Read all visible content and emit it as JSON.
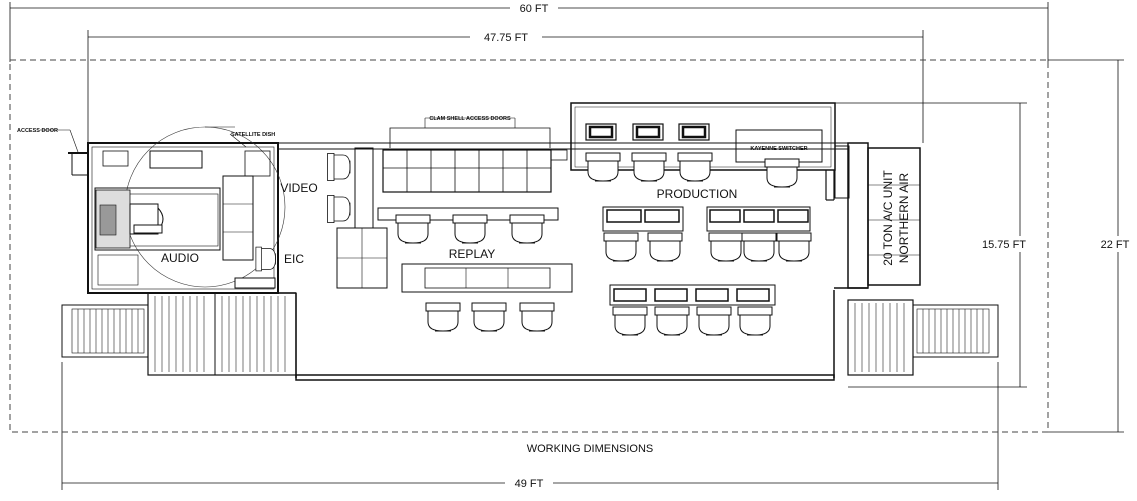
{
  "dimensions": {
    "overall_length": "60 FT",
    "truck_length": "47.75 FT",
    "expanded_length": "49 FT",
    "height_total": "22 FT",
    "height_inner": "15.75 FT"
  },
  "labels": {
    "access_door": "ACCESS DOOR",
    "satellite_dish": "SATELLITE DISH",
    "clam_shell": "CLAM SHELL ACCESS DOORS",
    "kayenne": "KAYENNE SWITCHER",
    "ac_unit_line1": "20 TON A/C UNIT",
    "ac_unit_line2": "NORTHERN AIR",
    "working": "WORKING DIMENSIONS"
  },
  "rooms": {
    "audio": "AUDIO",
    "video": "VIDEO",
    "eic": "EIC",
    "replay": "REPLAY",
    "production": "PRODUCTION"
  }
}
